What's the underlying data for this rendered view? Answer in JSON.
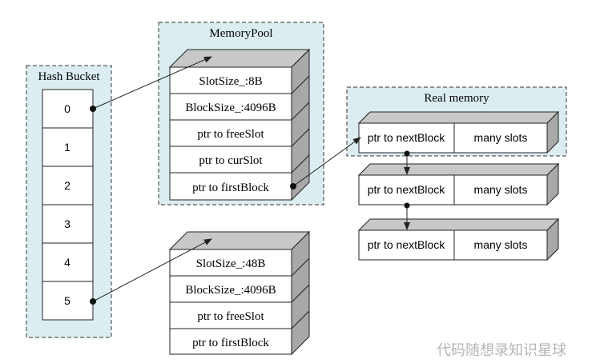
{
  "hash_bucket": {
    "title": "Hash Bucket",
    "slots": [
      "0",
      "1",
      "2",
      "3",
      "4",
      "5"
    ]
  },
  "memory_pool_1": {
    "title": "MemoryPool",
    "rows": [
      "SlotSize_:8B",
      "BlockSize_:4096B",
      "ptr to freeSlot",
      "ptr to curSlot",
      "ptr to firstBlock"
    ]
  },
  "memory_pool_2": {
    "rows": [
      "SlotSize_:48B",
      "BlockSize_:4096B",
      "ptr to freeSlot",
      "ptr to firstBlock"
    ]
  },
  "real_memory": {
    "title": "Real memory",
    "blocks": [
      {
        "left": "ptr to nextBlock",
        "right": "many slots"
      },
      {
        "left": "ptr to nextBlock",
        "right": "many slots"
      },
      {
        "left": "ptr to nextBlock",
        "right": "many slots"
      }
    ]
  },
  "watermark": "代码随想录知识星球",
  "colors": {
    "container_fill": "#dcedf2",
    "container_border": "#333333",
    "box_top": "#c8c8c8",
    "box_side": "#a8a8a8",
    "line": "#222222"
  }
}
